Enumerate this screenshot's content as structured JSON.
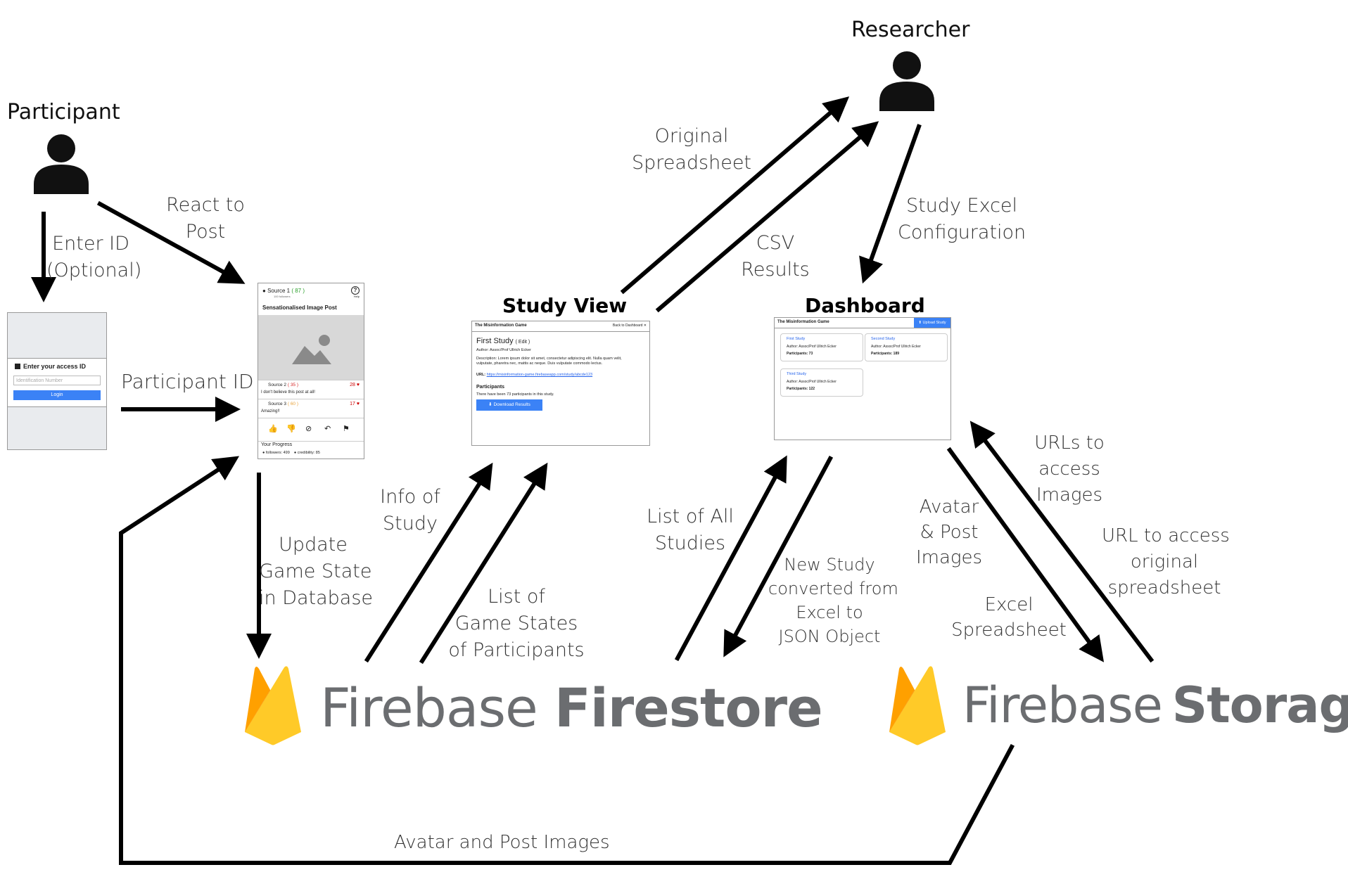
{
  "actors": {
    "participant": "Participant",
    "researcher": "Researcher"
  },
  "screens": {
    "study_view_title": "Study View",
    "dashboard_title": "Dashboard",
    "login": {
      "card_title": "Enter your access ID",
      "input_placeholder": "Identification Number",
      "button": "Login"
    },
    "post": {
      "source": "Source 1",
      "source_score": "( 87 )",
      "followers": "100 followers",
      "help": "Help",
      "title": "Sensationalised Image Post",
      "comment1_source": "Source 2",
      "comment1_score": "( 35 )",
      "comment1_text": "I don't believe this post at all!",
      "comment1_likes": "28",
      "comment2_source": "Source 3",
      "comment2_score": "( 60 )",
      "comment2_text": "Amazing!!",
      "comment2_likes": "17",
      "progress_label": "Your Progress",
      "followers_stat": "followers: 499",
      "credibility_stat": "credibility: 85"
    },
    "study": {
      "app_name": "The Misinformation Game",
      "back": "Back to Dashboard",
      "study_name": "First Study",
      "edit": "( Edit )",
      "author": "Author: Assoc/Prof Ullrich Ecker",
      "description": "Description: Lorem ipsum dolor sit amet, consectetur adipiscing elit. Nulla quam velit, vulputate, pharetra nec, mattis ac neque. Duis vulputate commodo lectus.",
      "url_label": "URL:",
      "url": "https://misinformation-game.firebaseapp.com/study/abcde123",
      "participants_heading": "Participants",
      "participants_text": "There have been 73 participants in this study.",
      "download": "Download Results"
    },
    "dashboard": {
      "app_name": "The Misinformation Game",
      "upload": "Upload Study",
      "cards": [
        {
          "name": "First Study",
          "author": "Author: Assoc/Prof Ullrich Ecker",
          "participants": "Participants: 73"
        },
        {
          "name": "Second Study",
          "author": "Author: Assoc/Prof Ullrich Ecker",
          "participants": "Participants: 189"
        },
        {
          "name": "Third Study",
          "author": "Author: Assoc/Prof Ullrich Ecker",
          "participants": "Participants: 122"
        }
      ]
    }
  },
  "services": {
    "firestore": {
      "brand": "Firebase",
      "product": "Firestore"
    },
    "storage": {
      "brand": "Firebase",
      "product": "Storage"
    }
  },
  "edges": {
    "enter_id": [
      "Enter ID",
      "(Optional)"
    ],
    "react_to_post": [
      "React to",
      "Post"
    ],
    "participant_id": [
      "Participant ID"
    ],
    "update_game_state": [
      "Update",
      "Game State",
      "in Database"
    ],
    "info_of_study": [
      "Info of",
      "Study"
    ],
    "list_game_states": [
      "List of",
      "Game States",
      "of Participants"
    ],
    "original_spreadsheet": [
      "Original",
      "Spreadsheet"
    ],
    "csv_results": [
      "CSV",
      "Results"
    ],
    "study_excel_config": [
      "Study Excel",
      "Configuration"
    ],
    "list_all_studies": [
      "List of All",
      "Studies"
    ],
    "new_study_converted": [
      "New Study",
      "converted from",
      "Excel to",
      "JSON Object"
    ],
    "avatar_post_images": [
      "Avatar",
      "& Post",
      "Images"
    ],
    "urls_access_images": [
      "URLs to",
      "access",
      "Images"
    ],
    "url_original_spreadsheet": [
      "URL to access",
      "original",
      "spreadsheet"
    ],
    "excel_spreadsheet": [
      "Excel",
      "Spreadsheet"
    ],
    "avatar_and_post_images": [
      "Avatar and Post Images"
    ]
  },
  "colors": {
    "firebase_text": "#6b6d70",
    "accent_blue": "#3b82f6",
    "arrow": "#000000"
  }
}
